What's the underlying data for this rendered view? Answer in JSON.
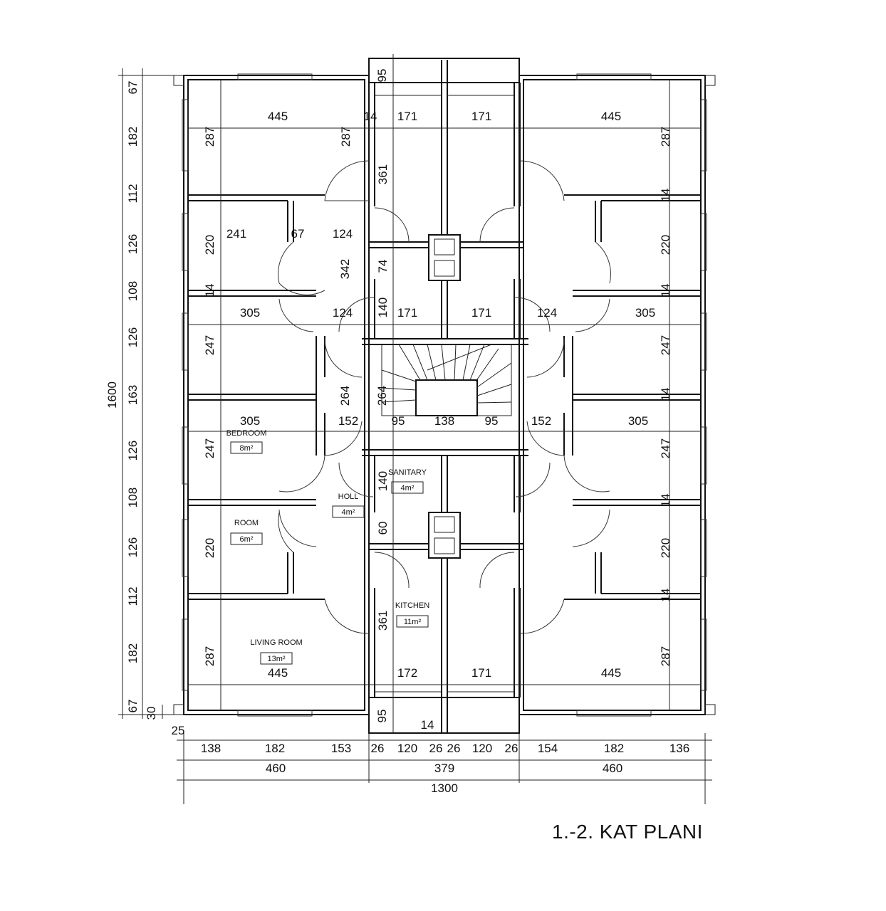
{
  "title": "1.-2. KAT PLANI",
  "rooms": {
    "bedroom": {
      "name": "BEDROOM",
      "area": "8m²"
    },
    "room": {
      "name": "ROOM",
      "area": "6m²"
    },
    "living": {
      "name": "LIVING ROOM",
      "area": "13m²"
    },
    "holl": {
      "name": "HOLL",
      "area": "4m²"
    },
    "sanitary": {
      "name": "SANITARY",
      "area": "4m²"
    },
    "kitchen": {
      "name": "KITCHEN",
      "area": "11m²"
    }
  },
  "dims": {
    "total_height": "1600",
    "total_width": "1300",
    "left_vertical": [
      "67",
      "182",
      "112",
      "126",
      "108",
      "126",
      "163",
      "126",
      "108",
      "126",
      "112",
      "182",
      "67"
    ],
    "small_30": "30",
    "small_25": "25",
    "bottom_row1": [
      "138",
      "182",
      "153",
      "26",
      "120",
      "26",
      "26",
      "120",
      "26",
      "154",
      "182",
      "136"
    ],
    "bottom_row2": [
      "460",
      "379",
      "460"
    ],
    "top_95": "95",
    "bottom_95": "95",
    "bottom_14": "14",
    "r1": {
      "a": "445",
      "b": "14",
      "c": "171",
      "d": "171",
      "e": "445"
    },
    "r1_v": {
      "a": "287",
      "b": "287",
      "c": "361",
      "d": "287"
    },
    "r2": {
      "a": "241",
      "b": "67",
      "c": "124",
      "d": "220",
      "e": "342",
      "f": "74",
      "g": "14",
      "h": "220"
    },
    "r3": {
      "a": "14",
      "b": "305",
      "c": "124",
      "d": "140",
      "e": "171",
      "f": "171",
      "g": "124",
      "h": "305",
      "i": "14"
    },
    "r4": {
      "a": "247",
      "b": "264",
      "c": "264",
      "d": "247",
      "e": "14"
    },
    "r5": {
      "a": "305",
      "b": "152",
      "c": "95",
      "d": "138",
      "e": "95",
      "f": "152",
      "g": "305"
    },
    "r6": {
      "a": "247",
      "b": "140",
      "c": "247",
      "d": "14"
    },
    "r7": {
      "a": "220",
      "b": "60",
      "c": "220",
      "d": "14"
    },
    "r8": {
      "a": "287",
      "b": "361",
      "c": "287"
    },
    "r9": {
      "a": "445",
      "b": "172",
      "c": "171",
      "d": "445"
    }
  }
}
